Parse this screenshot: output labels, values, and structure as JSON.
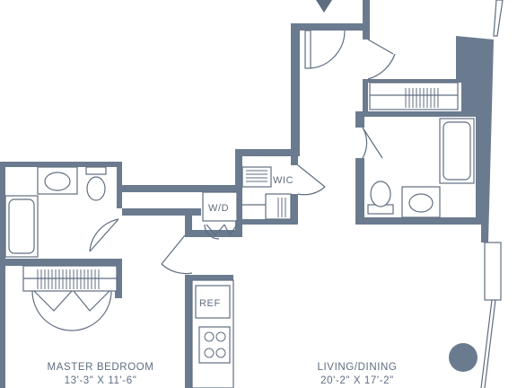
{
  "plan": {
    "wall_color": "#6b7b8f",
    "line_color": "#5f6d80",
    "fill_color": "#ffffff"
  },
  "labels": {
    "wic": "WIC",
    "wd": "W/D",
    "ref": "REF"
  },
  "rooms": {
    "master_bedroom": {
      "name": "MASTER BEDROOM",
      "dimensions": "13'-3\" X 11'-6\""
    },
    "living_dining": {
      "name": "LIVING/DINING",
      "dimensions": "20'-2\" X 17'-2\""
    }
  }
}
